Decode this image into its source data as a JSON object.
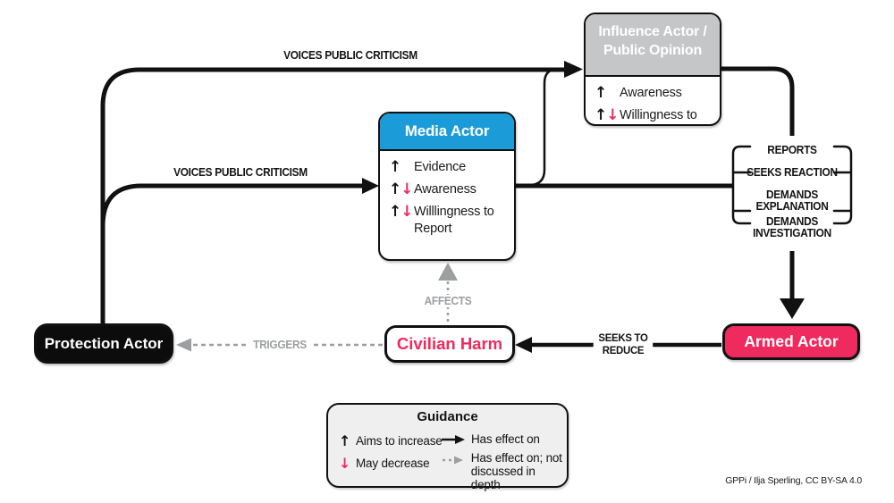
{
  "icons": {
    "up_arrow": "↑",
    "down_arrow": "↓"
  },
  "colors": {
    "blue": "#1B9CD8",
    "pink": "#EE2A5E",
    "gray": "#9C9EA0",
    "header_gray": "#C5C6C8",
    "legend_bg": "#EFEFEF",
    "ink": "#141414"
  },
  "nodes": {
    "influence_actor": {
      "title_lines": [
        "Influence Actor /",
        "Public Opinion"
      ],
      "rows": [
        {
          "arrows": "up",
          "label": "Awareness"
        },
        {
          "arrows": "up_down",
          "label": "Willingness to Act"
        }
      ]
    },
    "media_actor": {
      "title": "Media Actor",
      "rows": [
        {
          "arrows": "up",
          "label": "Evidence"
        },
        {
          "arrows": "up_down",
          "label": "Awareness"
        },
        {
          "arrows": "up_down",
          "label": "Willlingness to Report"
        }
      ]
    },
    "protection_actor": {
      "title": "Protection Actor"
    },
    "civilian_harm": {
      "title": "Civilian Harm"
    },
    "armed_actor": {
      "title": "Armed Actor"
    }
  },
  "edges": {
    "voices_public_criticism_top": "VOICES PUBLIC CRITICISM",
    "voices_public_criticism_mid": "VOICES PUBLIC CRITICISM",
    "triggers": "TRIGGERS",
    "affects": "AFFECTS",
    "seeks_to_reduce_lines": [
      "SEEKS TO",
      "REDUCE"
    ]
  },
  "media_actions": {
    "items": [
      {
        "lines": [
          "REPORTS"
        ]
      },
      {
        "lines": [
          "SEEKS REACTION"
        ]
      },
      {
        "lines": [
          "DEMANDS",
          "EXPLANATION"
        ]
      },
      {
        "lines": [
          "DEMANDS",
          "INVESTIGATION"
        ]
      }
    ]
  },
  "legend": {
    "title": "Guidance",
    "aims_to_increase": "Aims to increase",
    "may_decrease": "May decrease",
    "has_effect_on": "Has effect on",
    "has_effect_dashed_lines": [
      "Has effect on; not",
      "discussed in depth"
    ]
  },
  "attribution": "GPPi / Ilja Sperling, CC BY-SA 4.0"
}
